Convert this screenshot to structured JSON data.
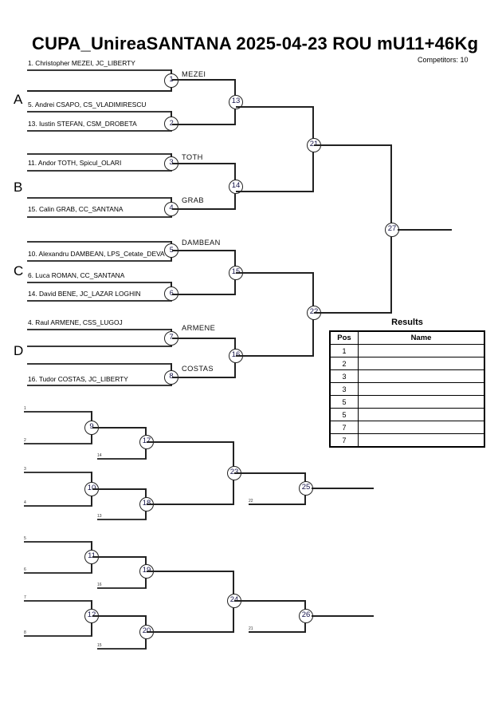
{
  "header": {
    "title": "CUPA_UnireaSANTANA  2025-04-23  ROU   mU11+46Kg",
    "competitors": "Competitors: 10"
  },
  "groups": [
    {
      "label": "A"
    },
    {
      "label": "B"
    },
    {
      "label": "C"
    },
    {
      "label": "D"
    }
  ],
  "entrants": [
    {
      "text": "1. Christopher MEZEI, JC_LIBERTY"
    },
    {
      "text": "5. Andrei CSAPO, CS_VLADIMIRESCU"
    },
    {
      "text": "13. Iustin STEFAN, CSM_DROBETA"
    },
    {
      "text": "11. Andor TOTH, Spicul_OLARI"
    },
    {
      "text": "15. Calin GRAB, CC_SANTANA"
    },
    {
      "text": "10. Alexandru DAMBEAN, LPS_Cetate_DEVA"
    },
    {
      "text": "6. Luca ROMAN, CC_SANTANA"
    },
    {
      "text": "14. David BENE, JC_LAZAR LOGHIN"
    },
    {
      "text": "4. Raul ARMENE, CSS_LUGOJ"
    },
    {
      "text": "16. Tudor COSTAS, JC_LIBERTY"
    }
  ],
  "winners": [
    {
      "text": "MEZEI"
    },
    {
      "text": "TOTH"
    },
    {
      "text": "GRAB"
    },
    {
      "text": "DAMBEAN"
    },
    {
      "text": "ARMENE"
    },
    {
      "text": "COSTAS"
    }
  ],
  "matches": [
    {
      "id": "1"
    },
    {
      "id": "2"
    },
    {
      "id": "3"
    },
    {
      "id": "4"
    },
    {
      "id": "5"
    },
    {
      "id": "6"
    },
    {
      "id": "7"
    },
    {
      "id": "8"
    },
    {
      "id": "9"
    },
    {
      "id": "10"
    },
    {
      "id": "11"
    },
    {
      "id": "12"
    },
    {
      "id": "13"
    },
    {
      "id": "14"
    },
    {
      "id": "15"
    },
    {
      "id": "16"
    },
    {
      "id": "17"
    },
    {
      "id": "18"
    },
    {
      "id": "19"
    },
    {
      "id": "20"
    },
    {
      "id": "21"
    },
    {
      "id": "22"
    },
    {
      "id": "23"
    },
    {
      "id": "24"
    },
    {
      "id": "25"
    },
    {
      "id": "26"
    },
    {
      "id": "27"
    }
  ],
  "repechage_feeds": [
    {
      "ref": "1"
    },
    {
      "ref": "2"
    },
    {
      "ref": "14"
    },
    {
      "ref": "3"
    },
    {
      "ref": "4"
    },
    {
      "ref": "13"
    },
    {
      "ref": "22"
    },
    {
      "ref": "5"
    },
    {
      "ref": "6"
    },
    {
      "ref": "16"
    },
    {
      "ref": "7"
    },
    {
      "ref": "8"
    },
    {
      "ref": "15"
    },
    {
      "ref": "21"
    }
  ],
  "results": {
    "title": "Results",
    "columns": [
      "Pos",
      "Name"
    ],
    "rows": [
      {
        "pos": "1",
        "name": ""
      },
      {
        "pos": "2",
        "name": ""
      },
      {
        "pos": "3",
        "name": ""
      },
      {
        "pos": "3",
        "name": ""
      },
      {
        "pos": "5",
        "name": ""
      },
      {
        "pos": "5",
        "name": ""
      },
      {
        "pos": "7",
        "name": ""
      },
      {
        "pos": "7",
        "name": ""
      }
    ]
  },
  "colors": {
    "line": "#222222",
    "text": "#000000",
    "node_text": "#15144a"
  }
}
